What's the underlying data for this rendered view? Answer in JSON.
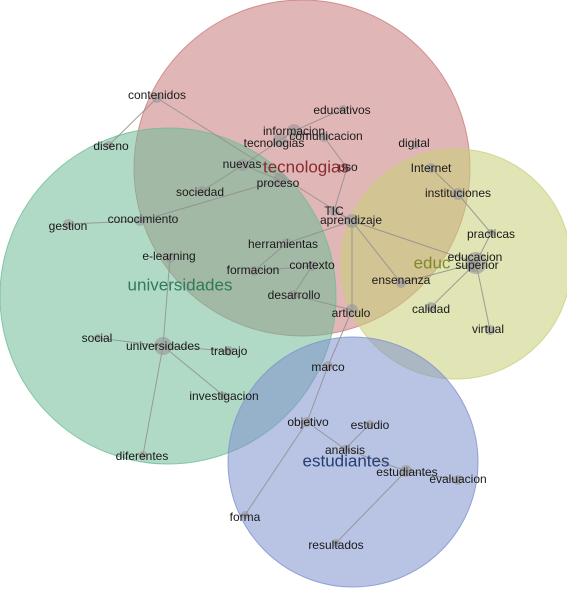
{
  "clusters": [
    {
      "id": "tecnologias",
      "label": "tecnologias",
      "fill": "#c97a7c",
      "label_color": "#8a2a2e"
    },
    {
      "id": "universidades",
      "label": "universidades",
      "fill": "#6fbc98",
      "label_color": "#2e7a5a"
    },
    {
      "id": "educacion",
      "label": "educ",
      "fill": "#c9cf79",
      "label_color": "#7d8a2a"
    },
    {
      "id": "estudiantes",
      "label": "estudiantes",
      "fill": "#7f92cd",
      "label_color": "#233f73"
    }
  ],
  "terms": [
    {
      "id": "contenidos",
      "label": "contenidos"
    },
    {
      "id": "diseno",
      "label": "diseno"
    },
    {
      "id": "educativos",
      "label": "educativos"
    },
    {
      "id": "informacion",
      "label": "informacion"
    },
    {
      "id": "tecnologias_t",
      "label": "tecnologias"
    },
    {
      "id": "comunicacion",
      "label": "comunicacion"
    },
    {
      "id": "digital",
      "label": "digital"
    },
    {
      "id": "nuevas",
      "label": "nuevas"
    },
    {
      "id": "uso",
      "label": "uso"
    },
    {
      "id": "internet",
      "label": "Internet"
    },
    {
      "id": "sociedad",
      "label": "sociedad"
    },
    {
      "id": "proceso",
      "label": "proceso"
    },
    {
      "id": "instituciones",
      "label": "instituciones"
    },
    {
      "id": "tic",
      "label": "TIC"
    },
    {
      "id": "conocimiento",
      "label": "conocimiento"
    },
    {
      "id": "aprendizaje",
      "label": "aprendizaje"
    },
    {
      "id": "gestion",
      "label": "gestion"
    },
    {
      "id": "practicas",
      "label": "practicas"
    },
    {
      "id": "herramientas",
      "label": "herramientas"
    },
    {
      "id": "elearning",
      "label": "e-learning"
    },
    {
      "id": "educacion_t",
      "label": "educacion"
    },
    {
      "id": "superior",
      "label": "superior"
    },
    {
      "id": "formacion",
      "label": "formacion"
    },
    {
      "id": "contexto",
      "label": "contexto"
    },
    {
      "id": "ensenanza",
      "label": "ensenanza"
    },
    {
      "id": "desarrollo",
      "label": "desarrollo"
    },
    {
      "id": "calidad",
      "label": "calidad"
    },
    {
      "id": "articulo",
      "label": "articulo"
    },
    {
      "id": "virtual",
      "label": "virtual"
    },
    {
      "id": "social",
      "label": "social"
    },
    {
      "id": "universidades_t",
      "label": "universidades"
    },
    {
      "id": "trabajo",
      "label": "trabajo"
    },
    {
      "id": "marco",
      "label": "marco"
    },
    {
      "id": "investigacion",
      "label": "investigacion"
    },
    {
      "id": "objetivo",
      "label": "objetivo"
    },
    {
      "id": "estudio",
      "label": "estudio"
    },
    {
      "id": "analisis",
      "label": "analisis"
    },
    {
      "id": "diferentes",
      "label": "diferentes"
    },
    {
      "id": "estudiantes_t",
      "label": "estudiantes"
    },
    {
      "id": "evaluacion",
      "label": "evaluacion"
    },
    {
      "id": "forma",
      "label": "forma"
    },
    {
      "id": "resultados",
      "label": "resultados"
    }
  ],
  "edges": [
    [
      "contenidos",
      "diseno"
    ],
    [
      "contenidos",
      "aprendizaje"
    ],
    [
      "informacion",
      "tecnologias_t"
    ],
    [
      "informacion",
      "comunicacion"
    ],
    [
      "informacion",
      "educativos"
    ],
    [
      "informacion",
      "nuevas"
    ],
    [
      "nuevas",
      "sociedad"
    ],
    [
      "nuevas",
      "proceso"
    ],
    [
      "comunicacion",
      "uso"
    ],
    [
      "uso",
      "tic"
    ],
    [
      "tic",
      "aprendizaje"
    ],
    [
      "conocimiento",
      "gestion"
    ],
    [
      "conocimiento",
      "proceso"
    ],
    [
      "aprendizaje",
      "herramientas"
    ],
    [
      "aprendizaje",
      "ensenanza"
    ],
    [
      "aprendizaje",
      "articulo"
    ],
    [
      "aprendizaje",
      "educacion_t"
    ],
    [
      "internet",
      "instituciones"
    ],
    [
      "instituciones",
      "practicas"
    ],
    [
      "educacion_t",
      "superior"
    ],
    [
      "educacion_t",
      "calidad"
    ],
    [
      "educacion_t",
      "virtual"
    ],
    [
      "educacion_t",
      "practicas"
    ],
    [
      "ensenanza",
      "educacion_t"
    ],
    [
      "herramientas",
      "formacion"
    ],
    [
      "formacion",
      "contexto"
    ],
    [
      "contexto",
      "desarrollo"
    ],
    [
      "desarrollo",
      "articulo"
    ],
    [
      "articulo",
      "marco"
    ],
    [
      "social",
      "universidades_t"
    ],
    [
      "universidades_t",
      "trabajo"
    ],
    [
      "universidades_t",
      "investigacion"
    ],
    [
      "universidades_t",
      "diferentes"
    ],
    [
      "universidades_t",
      "elearning"
    ],
    [
      "marco",
      "objetivo"
    ],
    [
      "objetivo",
      "analisis"
    ],
    [
      "objetivo",
      "forma"
    ],
    [
      "analisis",
      "estudio"
    ],
    [
      "analisis",
      "estudiantes_t"
    ],
    [
      "estudiantes_t",
      "evaluacion"
    ],
    [
      "estudiantes_t",
      "resultados"
    ]
  ]
}
